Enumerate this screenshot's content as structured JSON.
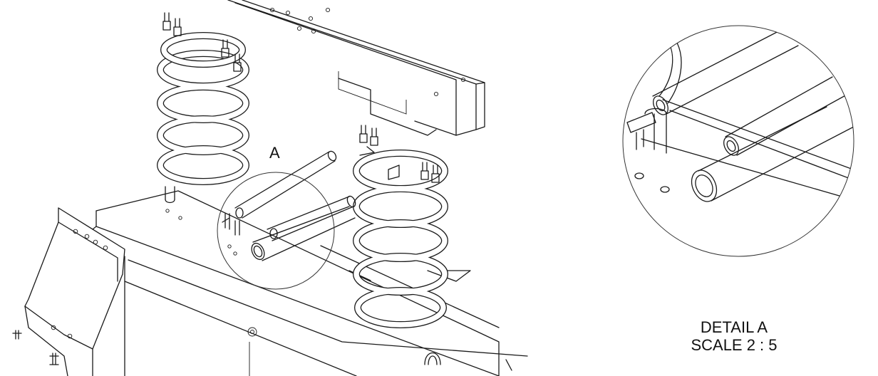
{
  "drawing": {
    "detail_marker_label": "A",
    "detail_title": "DETAIL A",
    "detail_scale": "SCALE 2 : 5"
  }
}
